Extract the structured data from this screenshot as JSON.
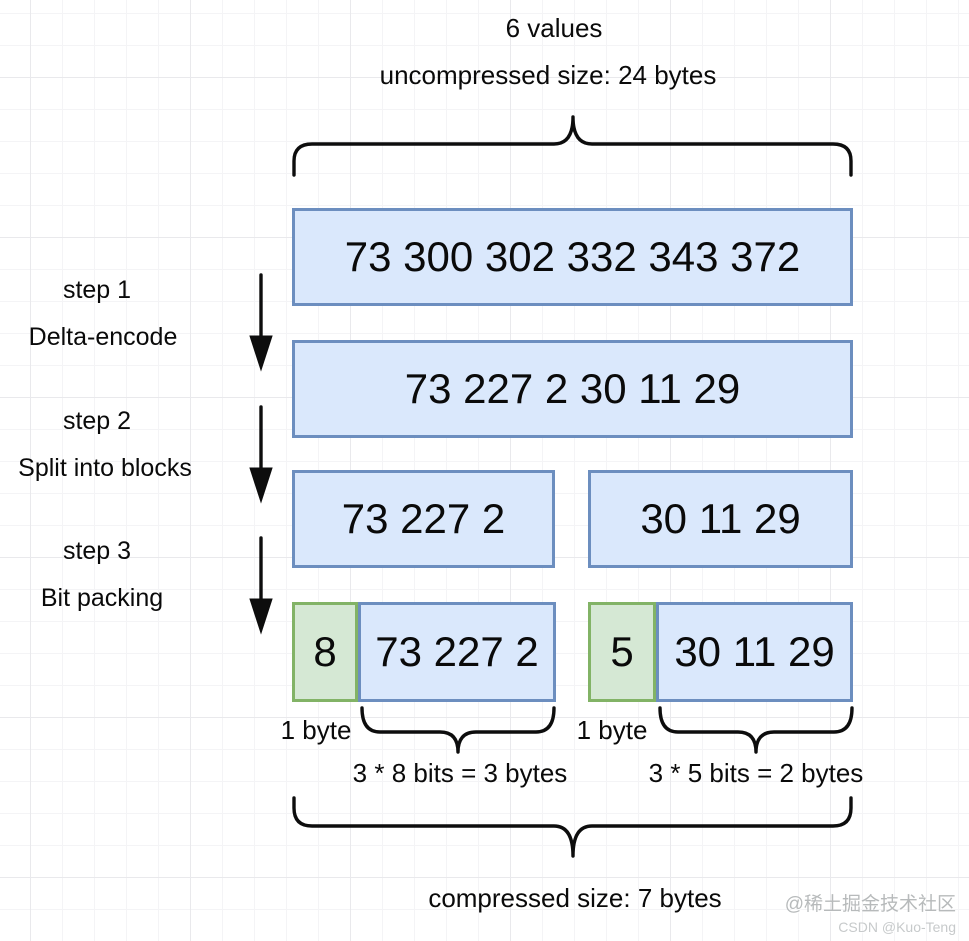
{
  "title": {
    "line1": "6 values",
    "line2": "uncompressed size: 24 bytes"
  },
  "steps": [
    {
      "step": "step 1",
      "name": "Delta-encode"
    },
    {
      "step": "step 2",
      "name": "Split into blocks"
    },
    {
      "step": "step 3",
      "name": "Bit packing"
    }
  ],
  "boxes": {
    "original": "73 300 302 332 343 372",
    "delta": "73 227 2 30 11 29",
    "block1": "73 227 2",
    "block2": "30 11 29",
    "packed1": {
      "bit_width": "8",
      "values": "73 227 2"
    },
    "packed2": {
      "bit_width": "5",
      "values": "30 11 29"
    }
  },
  "annotations": {
    "byte_left": "1 byte",
    "byte_right": "1 byte",
    "bits_left": "3 * 8 bits = 3 bytes",
    "bits_right": "3 * 5 bits = 2 bytes",
    "compressed": "compressed size: 7 bytes"
  },
  "watermark": {
    "line1": "@稀土掘金技术社区",
    "line2": "CSDN @Kuo-Teng"
  },
  "colors": {
    "blue_fill": "#dae8fc",
    "blue_border": "#6c8ebf",
    "green_fill": "#d5e8d4",
    "green_border": "#82b366"
  }
}
